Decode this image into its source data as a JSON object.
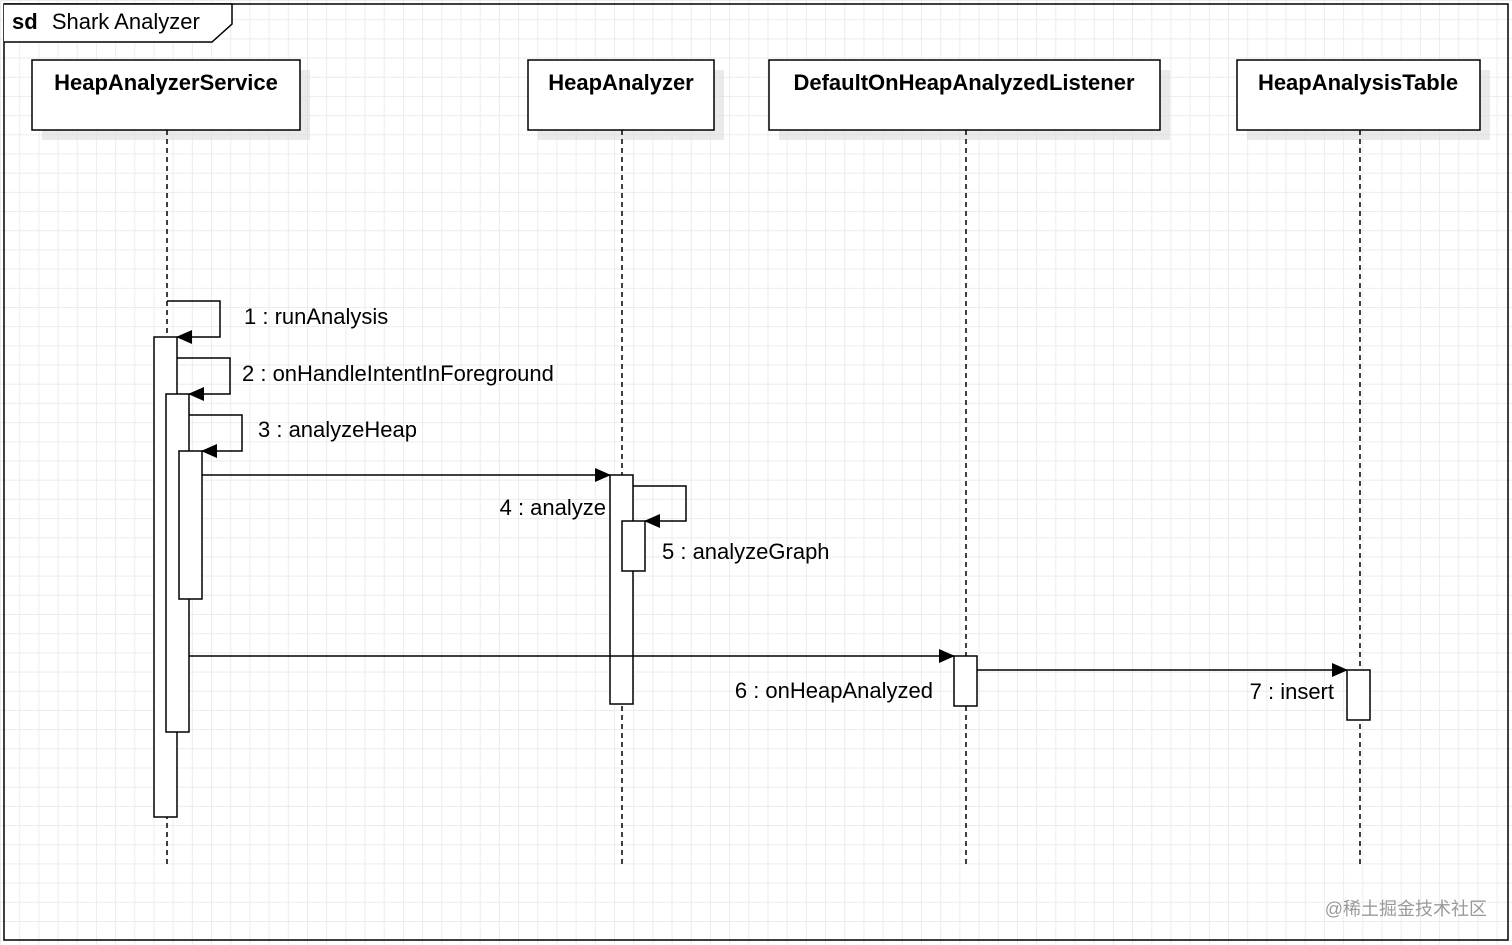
{
  "frame": {
    "keyword": "sd",
    "name": "Shark Analyzer"
  },
  "participants": [
    {
      "name": "HeapAnalyzerService"
    },
    {
      "name": "HeapAnalyzer"
    },
    {
      "name": "DefaultOnHeapAnalyzedListener"
    },
    {
      "name": "HeapAnalysisTable"
    }
  ],
  "messages": [
    {
      "label": "1 : runAnalysis",
      "from": "HeapAnalyzerService",
      "to": "HeapAnalyzerService"
    },
    {
      "label": "2 : onHandleIntentInForeground",
      "from": "HeapAnalyzerService",
      "to": "HeapAnalyzerService"
    },
    {
      "label": "3 : analyzeHeap",
      "from": "HeapAnalyzerService",
      "to": "HeapAnalyzerService"
    },
    {
      "label": "4 : analyze",
      "from": "HeapAnalyzerService",
      "to": "HeapAnalyzer"
    },
    {
      "label": "5 : analyzeGraph",
      "from": "HeapAnalyzer",
      "to": "HeapAnalyzer"
    },
    {
      "label": "6 : onHeapAnalyzed",
      "from": "HeapAnalyzerService",
      "to": "DefaultOnHeapAnalyzedListener"
    },
    {
      "label": "7 : insert",
      "from": "DefaultOnHeapAnalyzedListener",
      "to": "HeapAnalysisTable"
    }
  ],
  "watermark": "@稀土掘金技术社区",
  "colors": {
    "line": "#000000",
    "grid": "#ececec",
    "shadow": "#d8d8d8"
  }
}
